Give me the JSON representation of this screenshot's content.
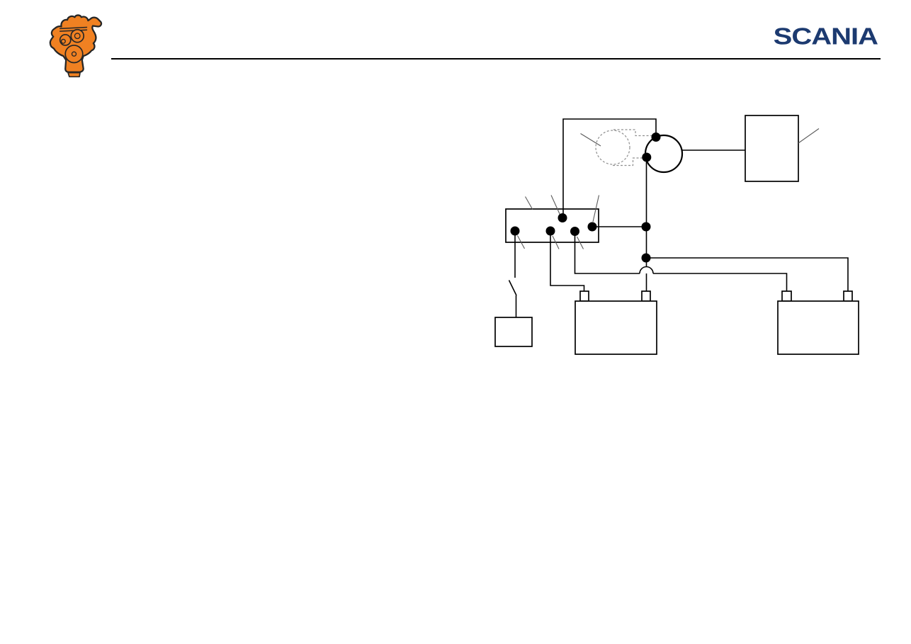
{
  "header": {
    "brand": "SCANIA",
    "brand_color": "#1c3a70",
    "logo": {
      "name": "engine-icon",
      "fill": "#f08122",
      "outline": "#262626"
    },
    "rule_color": "#000000"
  },
  "diagram": {
    "kind": "wiring-schematic",
    "wire_color": "#000000",
    "dashed_color": "#8f8f8f",
    "leader_color": "#5a5a5a",
    "junction_dot_color": "#000000",
    "components": [
      {
        "name": "dashed-device-circle",
        "shape": "dashed circle",
        "note": "shown in phantom outline"
      },
      {
        "name": "starter-motor-circle",
        "shape": "solid circle with two terminal dots"
      },
      {
        "name": "control-unit-box",
        "shape": "rectangle",
        "leader_lines": 1
      },
      {
        "name": "connector-block",
        "shape": "rectangle with 5 terminal dots",
        "leader_lines": 6
      },
      {
        "name": "switch",
        "shape": "open blade switch symbol"
      },
      {
        "name": "switch-box",
        "shape": "small rectangle"
      },
      {
        "name": "battery-left",
        "shape": "rectangle with two terminals"
      },
      {
        "name": "battery-right",
        "shape": "rectangle with two terminals"
      },
      {
        "name": "wire-crossover-hop",
        "shape": "semicircular jump where vertical wire crosses horizontal wire"
      }
    ],
    "junction_dots_count": 9,
    "text_labels": []
  }
}
